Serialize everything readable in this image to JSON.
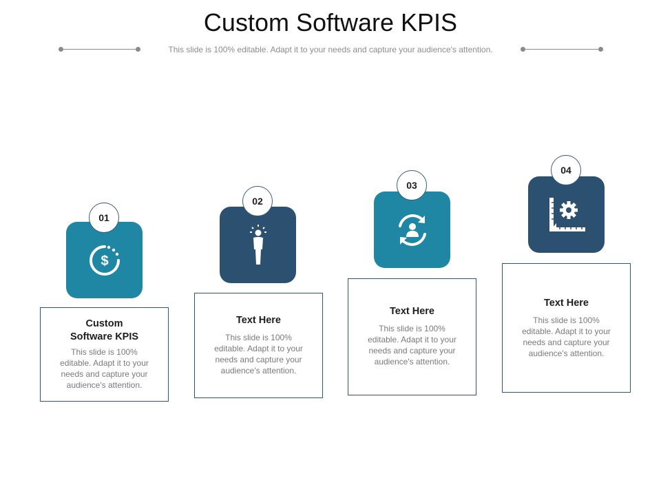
{
  "header": {
    "title": "Custom Software KPIS",
    "subtitle": "This slide is 100% editable. Adapt it to your needs and capture your audience's attention."
  },
  "colors": {
    "teal": "#1f86a4",
    "navy": "#2c5170",
    "border": "#2f5473"
  },
  "steps": [
    {
      "number": "01",
      "icon": "dollar-cycle-icon",
      "heading_line1": "Custom",
      "heading_line2": "Software KPIS",
      "body_lines": [
        "This slide is 100%",
        "editable. Adapt it to your",
        "needs and capture your",
        "audience's attention."
      ]
    },
    {
      "number": "02",
      "icon": "person-idea-icon",
      "heading_line1": "Text Here",
      "body_lines": [
        "This slide is 100%",
        "editable. Adapt it to your",
        "needs and capture your",
        "audience's attention."
      ]
    },
    {
      "number": "03",
      "icon": "person-refresh-icon",
      "heading_line1": "Text Here",
      "body_lines": [
        "This slide is 100%",
        "editable. Adapt it to your",
        "needs and capture your",
        "audience's attention."
      ]
    },
    {
      "number": "04",
      "icon": "gear-ruler-icon",
      "heading_line1": "Text Here",
      "body_lines": [
        "This slide is 100%",
        "editable. Adapt it to your",
        "needs and capture your",
        "audience's attention."
      ]
    }
  ]
}
